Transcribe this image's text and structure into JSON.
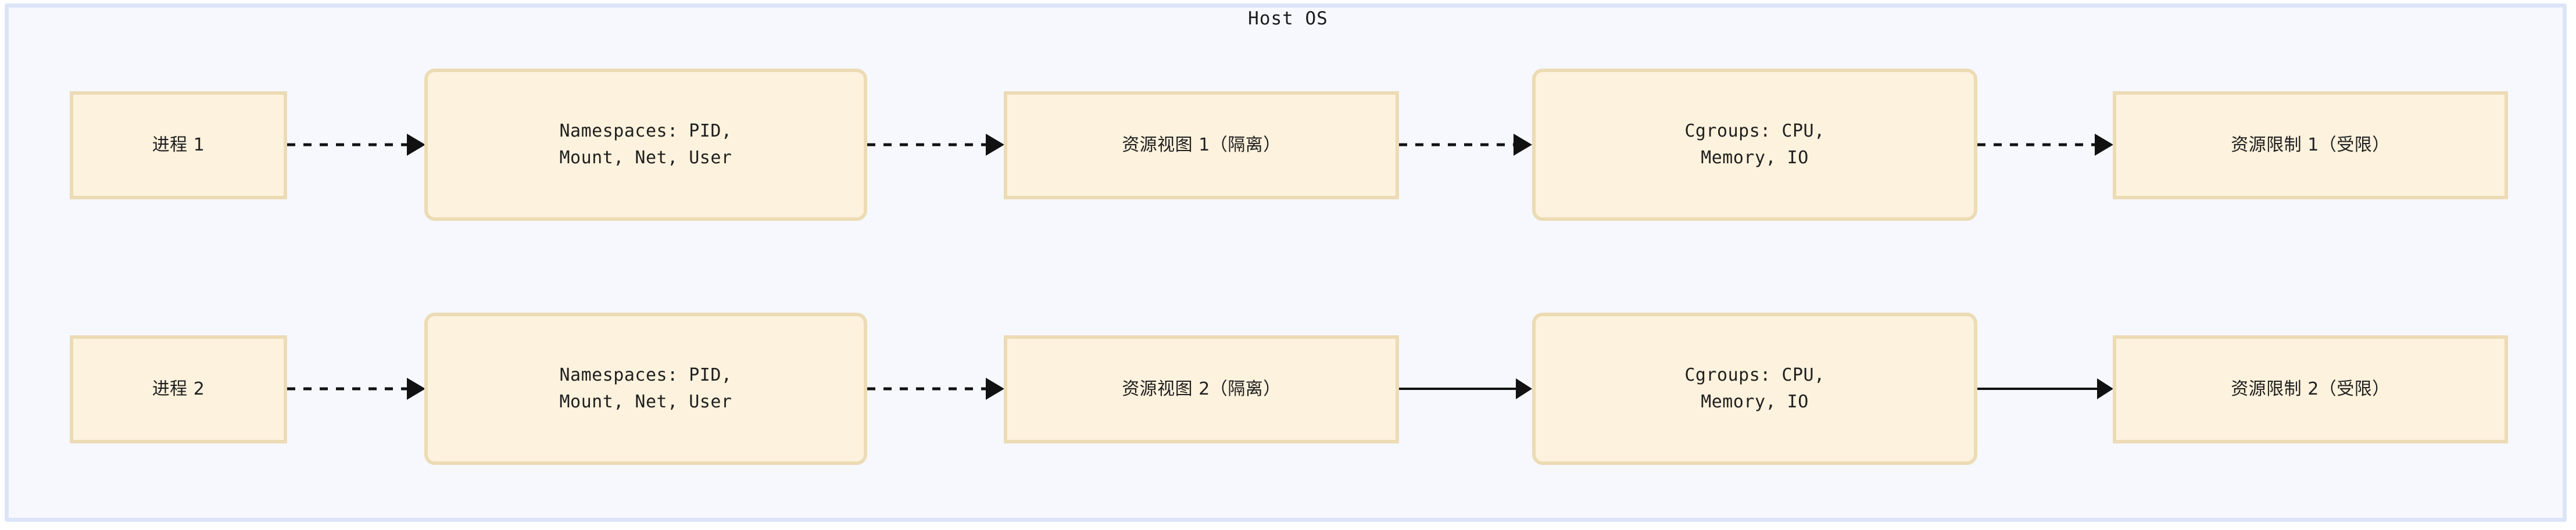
{
  "diagram": {
    "type": "flowchart",
    "direction": "left-to-right",
    "container": {
      "title": "Host OS",
      "background_color": "#f6f8fe",
      "border_color": "#dce5f7"
    },
    "style": {
      "node_fill": "#fdf2dd",
      "node_border": "#ecdbb4",
      "text_color": "#1f1f1f",
      "edge_color": "#111111"
    },
    "nodes": [
      {
        "id": "p1",
        "label": "进程 1",
        "shape": "rect",
        "row": 1,
        "col": 1
      },
      {
        "id": "ns1",
        "label": "Namespaces: PID,\nMount, Net, User",
        "shape": "round",
        "row": 1,
        "col": 2
      },
      {
        "id": "rv1",
        "label": "资源视图 1（隔离）",
        "shape": "rect",
        "row": 1,
        "col": 3
      },
      {
        "id": "cg1",
        "label": "Cgroups: CPU,\nMemory, IO",
        "shape": "round",
        "row": 1,
        "col": 4
      },
      {
        "id": "rl1",
        "label": "资源限制 1（受限）",
        "shape": "rect",
        "row": 1,
        "col": 5
      },
      {
        "id": "p2",
        "label": "进程 2",
        "shape": "rect",
        "row": 2,
        "col": 1
      },
      {
        "id": "ns2",
        "label": "Namespaces: PID,\nMount, Net, User",
        "shape": "round",
        "row": 2,
        "col": 2
      },
      {
        "id": "rv2",
        "label": "资源视图 2（隔离）",
        "shape": "rect",
        "row": 2,
        "col": 3
      },
      {
        "id": "cg2",
        "label": "Cgroups: CPU,\nMemory, IO",
        "shape": "round",
        "row": 2,
        "col": 4
      },
      {
        "id": "rl2",
        "label": "资源限制 2（受限）",
        "shape": "rect",
        "row": 2,
        "col": 5
      }
    ],
    "edges": [
      {
        "from": "p1",
        "to": "ns1",
        "style": "dashed",
        "arrow": "triangle"
      },
      {
        "from": "ns1",
        "to": "rv1",
        "style": "dashed",
        "arrow": "triangle"
      },
      {
        "from": "rv1",
        "to": "cg1",
        "style": "dashed",
        "arrow": "triangle"
      },
      {
        "from": "cg1",
        "to": "rl1",
        "style": "dashed",
        "arrow": "triangle"
      },
      {
        "from": "p2",
        "to": "ns2",
        "style": "dashed",
        "arrow": "triangle"
      },
      {
        "from": "ns2",
        "to": "rv2",
        "style": "dashed",
        "arrow": "triangle"
      },
      {
        "from": "rv2",
        "to": "cg2",
        "style": "solid",
        "arrow": "triangle"
      },
      {
        "from": "cg2",
        "to": "rl2",
        "style": "solid",
        "arrow": "triangle"
      }
    ]
  }
}
